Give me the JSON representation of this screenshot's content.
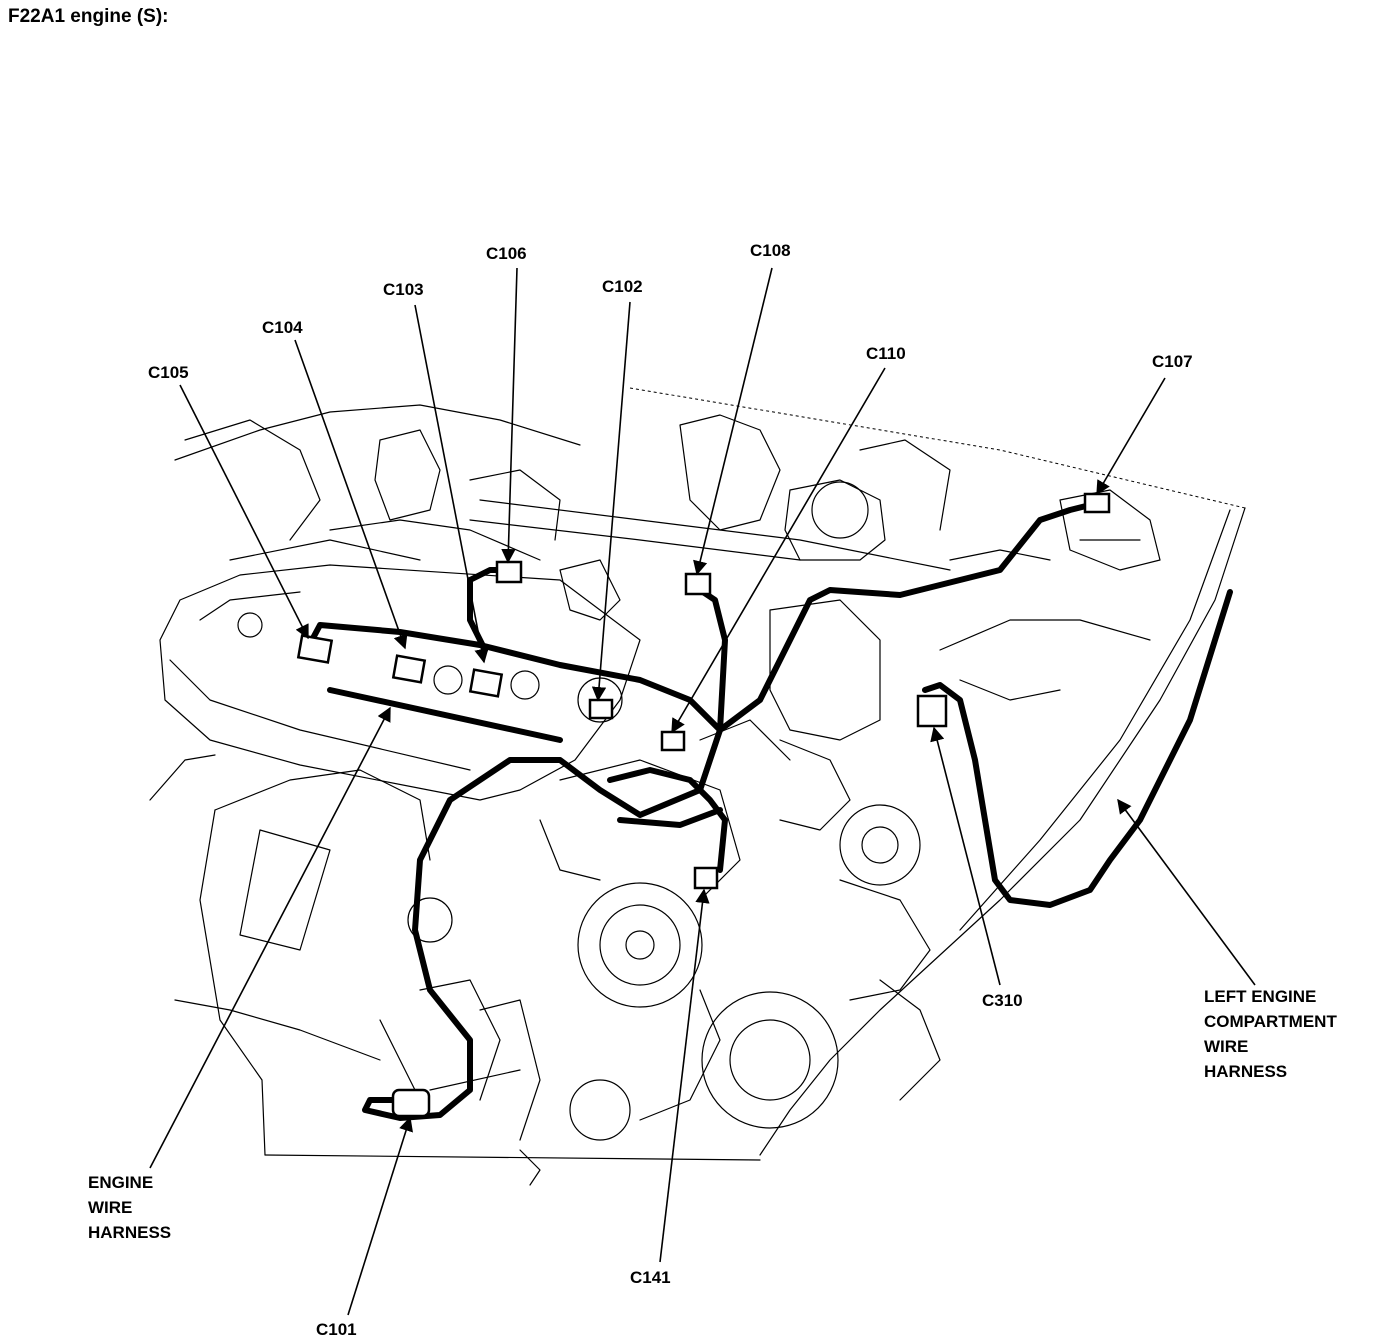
{
  "title": "F22A1 engine (S):",
  "labels": {
    "c101": "C101",
    "c102": "C102",
    "c103": "C103",
    "c104": "C104",
    "c105": "C105",
    "c106": "C106",
    "c107": "C107",
    "c108": "C108",
    "c110": "C110",
    "c141": "C141",
    "c310": "C310",
    "engine_harness": [
      "ENGINE",
      "WIRE",
      "HARNESS"
    ],
    "left_harness": [
      "LEFT ENGINE",
      "COMPARTMENT",
      "WIRE",
      "HARNESS"
    ]
  }
}
